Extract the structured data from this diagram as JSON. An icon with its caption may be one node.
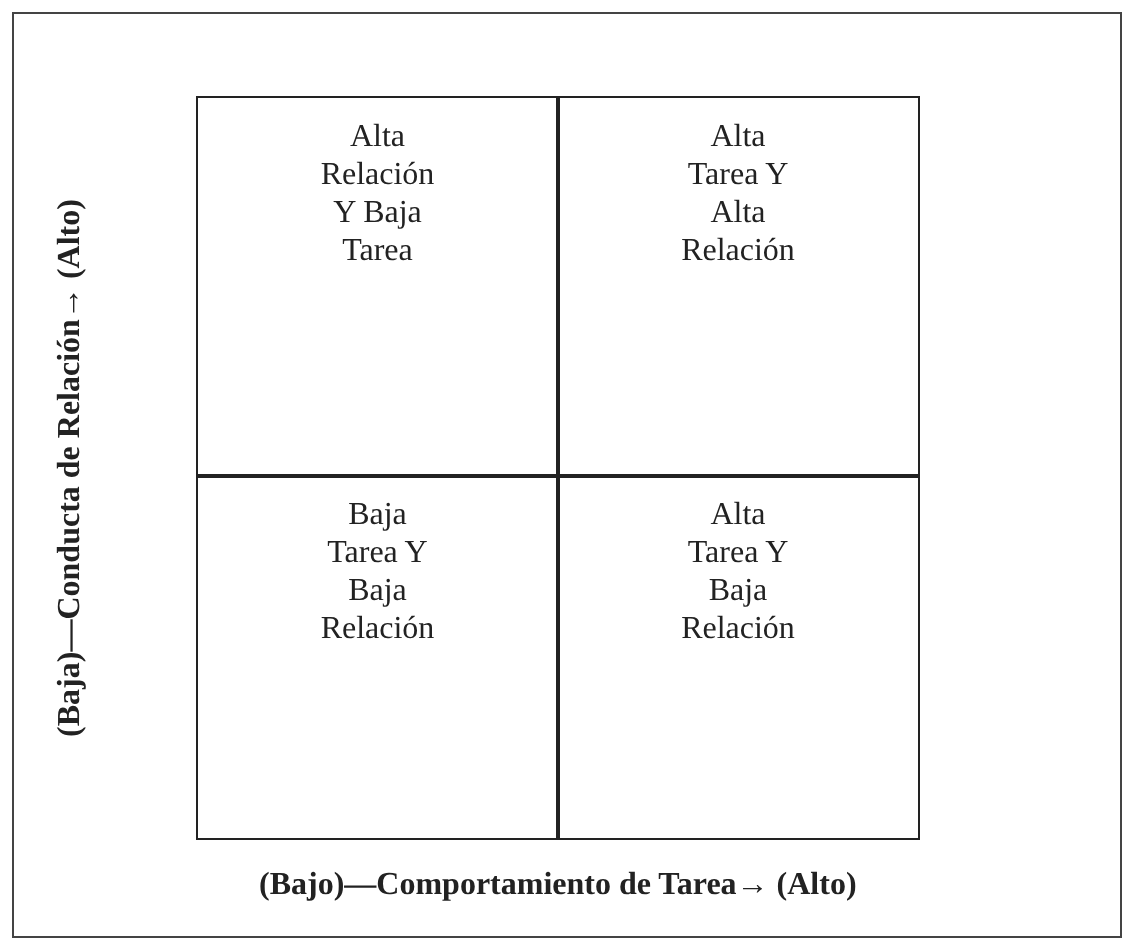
{
  "diagram": {
    "nodes": [
      {
        "text": [
          "Alta Relación Y Baja Tarea"
        ]
      },
      {
        "text": [
          "Alta Tarea Y Alta Relación"
        ]
      },
      {
        "text": [
          "Baja Tarea Y Baja Relación"
        ]
      },
      {
        "text": [
          "Alta Tarea Y Baja Relación"
        ]
      }
    ],
    "edges": [],
    "labels": [
      "(Baja)—Conducta de Relación→ (Alto)",
      "(Bajo)—Comportamiento de Tarea→ (Alto)"
    ]
  }
}
